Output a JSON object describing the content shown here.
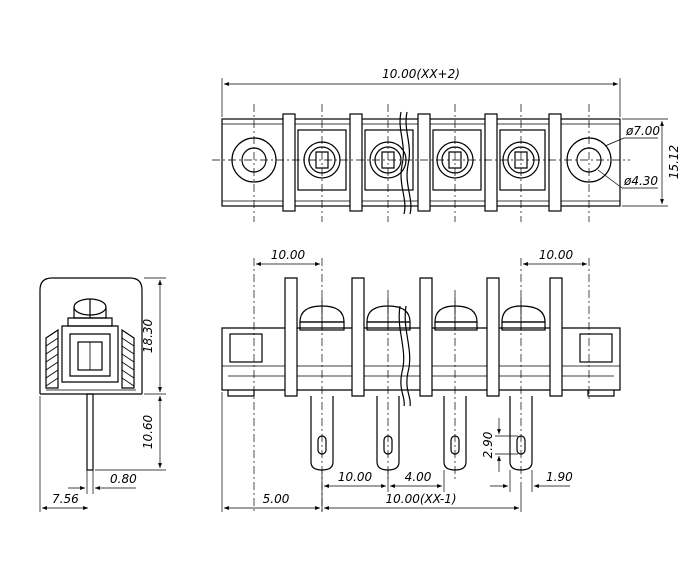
{
  "top_view": {
    "overall_length": "10.00(XX+2)",
    "height": "15.12",
    "outer_hole_diameter": "ø7.00",
    "inner_hole_diameter": "ø4.30"
  },
  "front_view": {
    "left_pitch": "10.00",
    "right_pitch": "10.00",
    "pin_pitch": "10.00",
    "pin_offset": "4.00",
    "pin_width": "1.90",
    "slot_length": "2.90",
    "pin_row_length": "10.00(XX-1)",
    "first_pin_offset": "5.00"
  },
  "side_view": {
    "body_height": "18.30",
    "pin_length": "10.60",
    "pin_thickness": "0.80",
    "pin_position": "7.56"
  },
  "arrow_marker": "arrow-icon"
}
